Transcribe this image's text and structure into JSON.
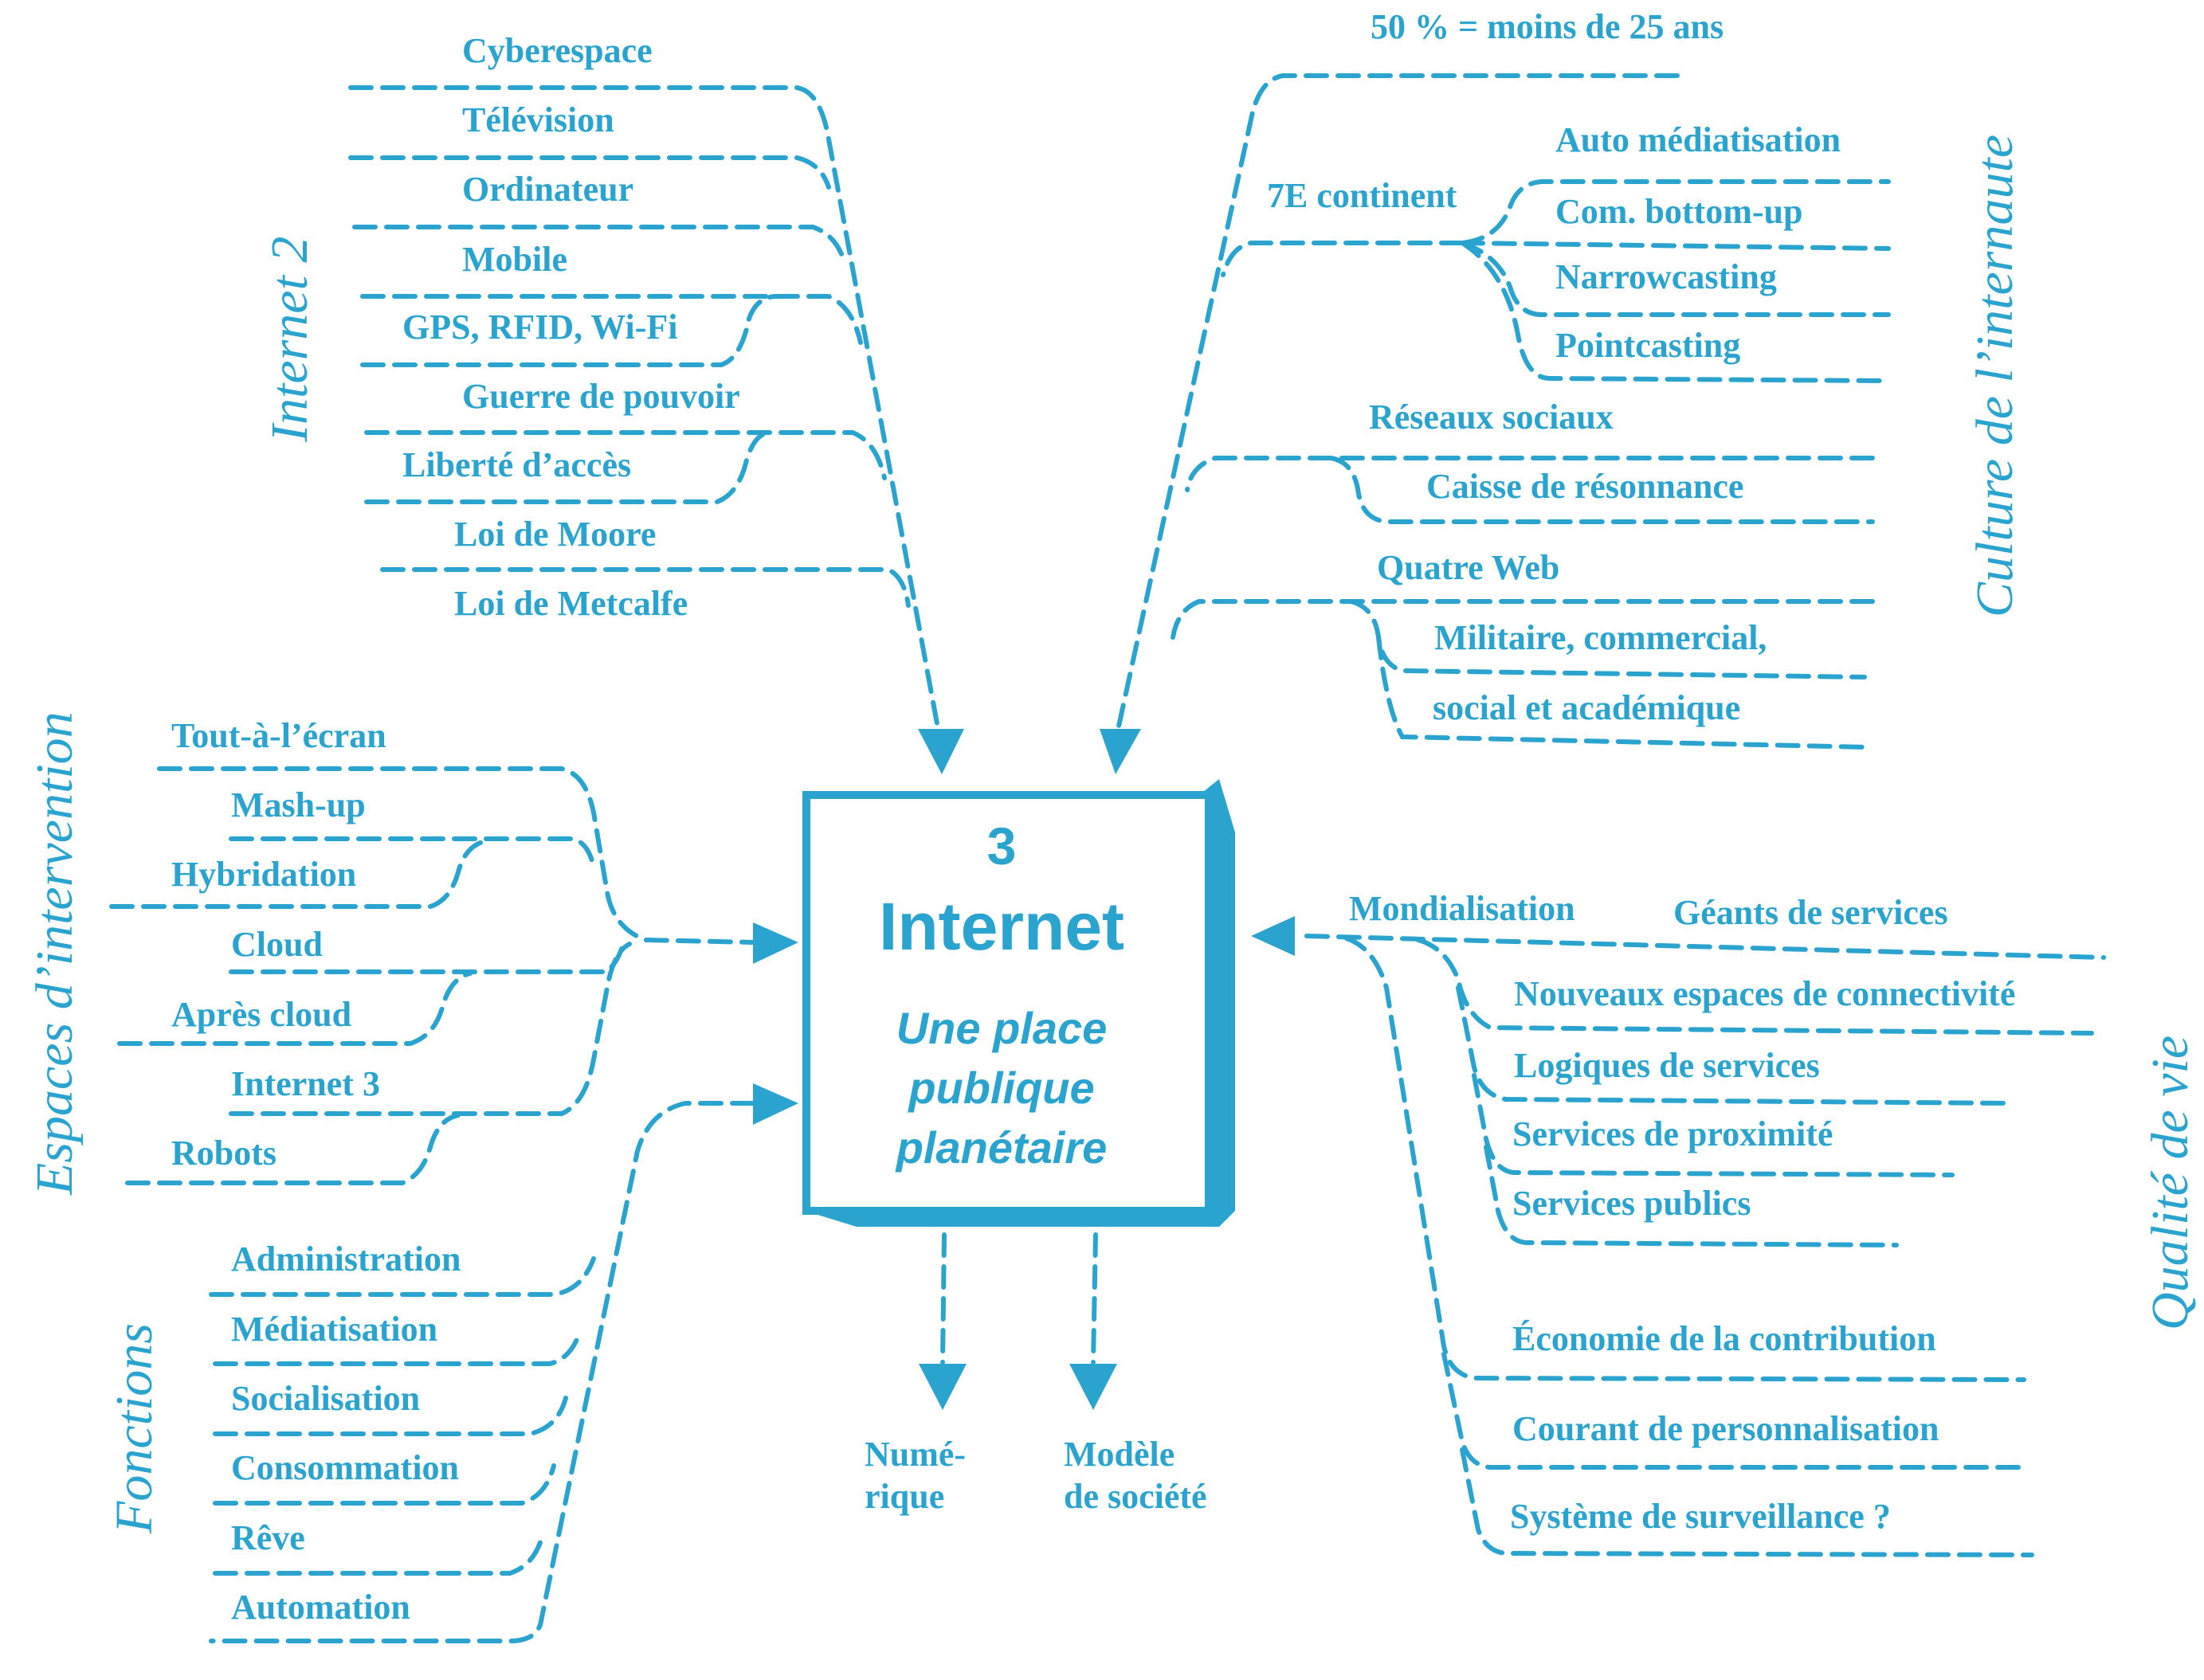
{
  "center": {
    "number": "3",
    "title": "Internet",
    "subtitle_lines": [
      "Une place",
      "publique",
      "planétaire"
    ]
  },
  "categories": {
    "internet2": "Internet 2",
    "culture": "Culture de l’internaute",
    "espaces": "Espaces d’intervention",
    "fonctions": "Fonctions",
    "qualite": "Qualité de vie"
  },
  "internet2_items": [
    "Cyberespace",
    "Télévision",
    "Ordinateur",
    "Mobile",
    "GPS, RFID, Wi-Fi",
    "Guerre de pouvoir",
    "Liberté d’accès",
    "Loi de Moore",
    "Loi de Metcalfe"
  ],
  "culture": {
    "stat": "50 % = moins de 25 ans",
    "continent": "7E continent",
    "continent_items": [
      "Auto médiatisation",
      "Com. bottom-up",
      "Narrowcasting",
      "Pointcasting"
    ],
    "reseaux": "Réseaux sociaux",
    "reseaux_sub": "Caisse de résonnance",
    "quatre_web": "Quatre Web",
    "quatre_web_sub": [
      "Militaire, commercial,",
      "social et académique"
    ]
  },
  "espaces_items": [
    "Tout-à-l’écran",
    "Mash-up",
    "Hybridation",
    "Cloud",
    "Après cloud",
    "Internet 3",
    "Robots"
  ],
  "fonctions_items": [
    "Administration",
    "Médiatisation",
    "Socialisation",
    "Consommation",
    "Rêve",
    "Automation"
  ],
  "qualite": {
    "mondialisation": "Mondialisation",
    "geants": "Géants de services",
    "items": [
      "Nouveaux espaces de connectivité",
      "Logiques de services",
      "Services de proximité",
      "Services publics",
      "Économie de la contribution",
      "Courant de personnalisation",
      "Système de surveillance ?"
    ]
  },
  "bottom": {
    "numerique": [
      "Numé-",
      "rique"
    ],
    "modele": [
      "Modèle",
      "de société"
    ]
  },
  "colors": {
    "accent": "#2aa3cf",
    "background": "#ffffff"
  }
}
